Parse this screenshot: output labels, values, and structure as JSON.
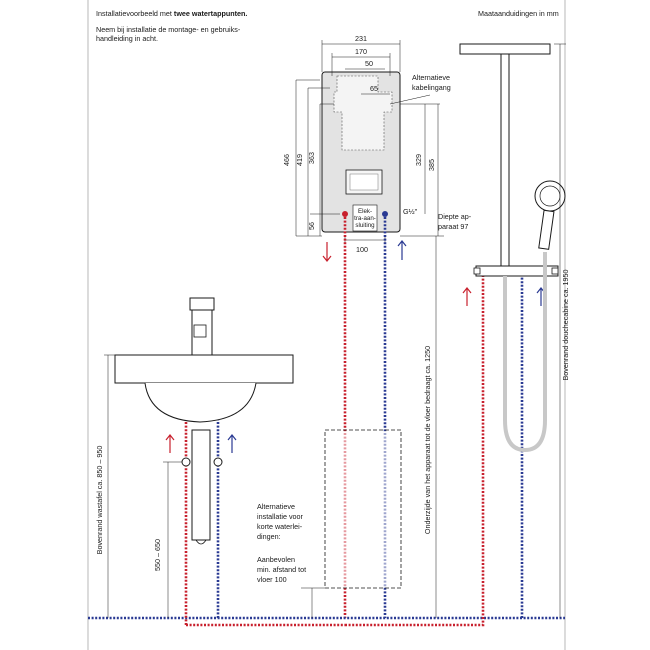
{
  "header": {
    "title_prefix": "Installatievoorbeeld met ",
    "title_bold": "twee watertappunten.",
    "instruction_line1": "Neem bij installatie de montage- en gebruiks-",
    "instruction_line2": "handleiding in acht.",
    "units_note": "Maataanduidingen in mm"
  },
  "appliance": {
    "dim_width": "231",
    "dim_inner_width": "170",
    "dim_center": "50",
    "dim_cable": "65",
    "alt_cable_line1": "Alternatieve",
    "alt_cable_line2": "kabelingang",
    "dim_height_total": "466",
    "dim_height_419": "419",
    "dim_height_363": "363",
    "dim_height_329": "329",
    "dim_height_385": "385",
    "dim_bottom_56": "56",
    "dim_bottom_100": "100",
    "thread_label": "G½\"",
    "depth_line1": "Diepte ap-",
    "depth_line2": "paraat 97",
    "electric_line1": "Elek-",
    "electric_line2": "tra-aan-",
    "electric_line3": "sluiting"
  },
  "notes": {
    "washbasin_edge": "Bovenrand wastafel ca. 850 – 950",
    "tap_height": "550 – 650",
    "appliance_floor_distance": "Onderzijde van het apparaat tot de vloer bedraagt ca. 1250",
    "shower_edge": "Bovenrand douchecabine ca. 1950",
    "alt_install_line1": "Alternatieve",
    "alt_install_line2": "installatie voor",
    "alt_install_line3": "korte waterlei-",
    "alt_install_line4": "dingen:",
    "recommended_line1": "Aanbevolen",
    "recommended_line2": "min. afstand tot",
    "recommended_line3": "vloer 100"
  },
  "colors": {
    "hot_water": "#c8202d",
    "cold_water": "#2a3a93",
    "line": "#1a1a1a",
    "guide": "#999999",
    "appliance_fill": "#e3e3e3"
  }
}
